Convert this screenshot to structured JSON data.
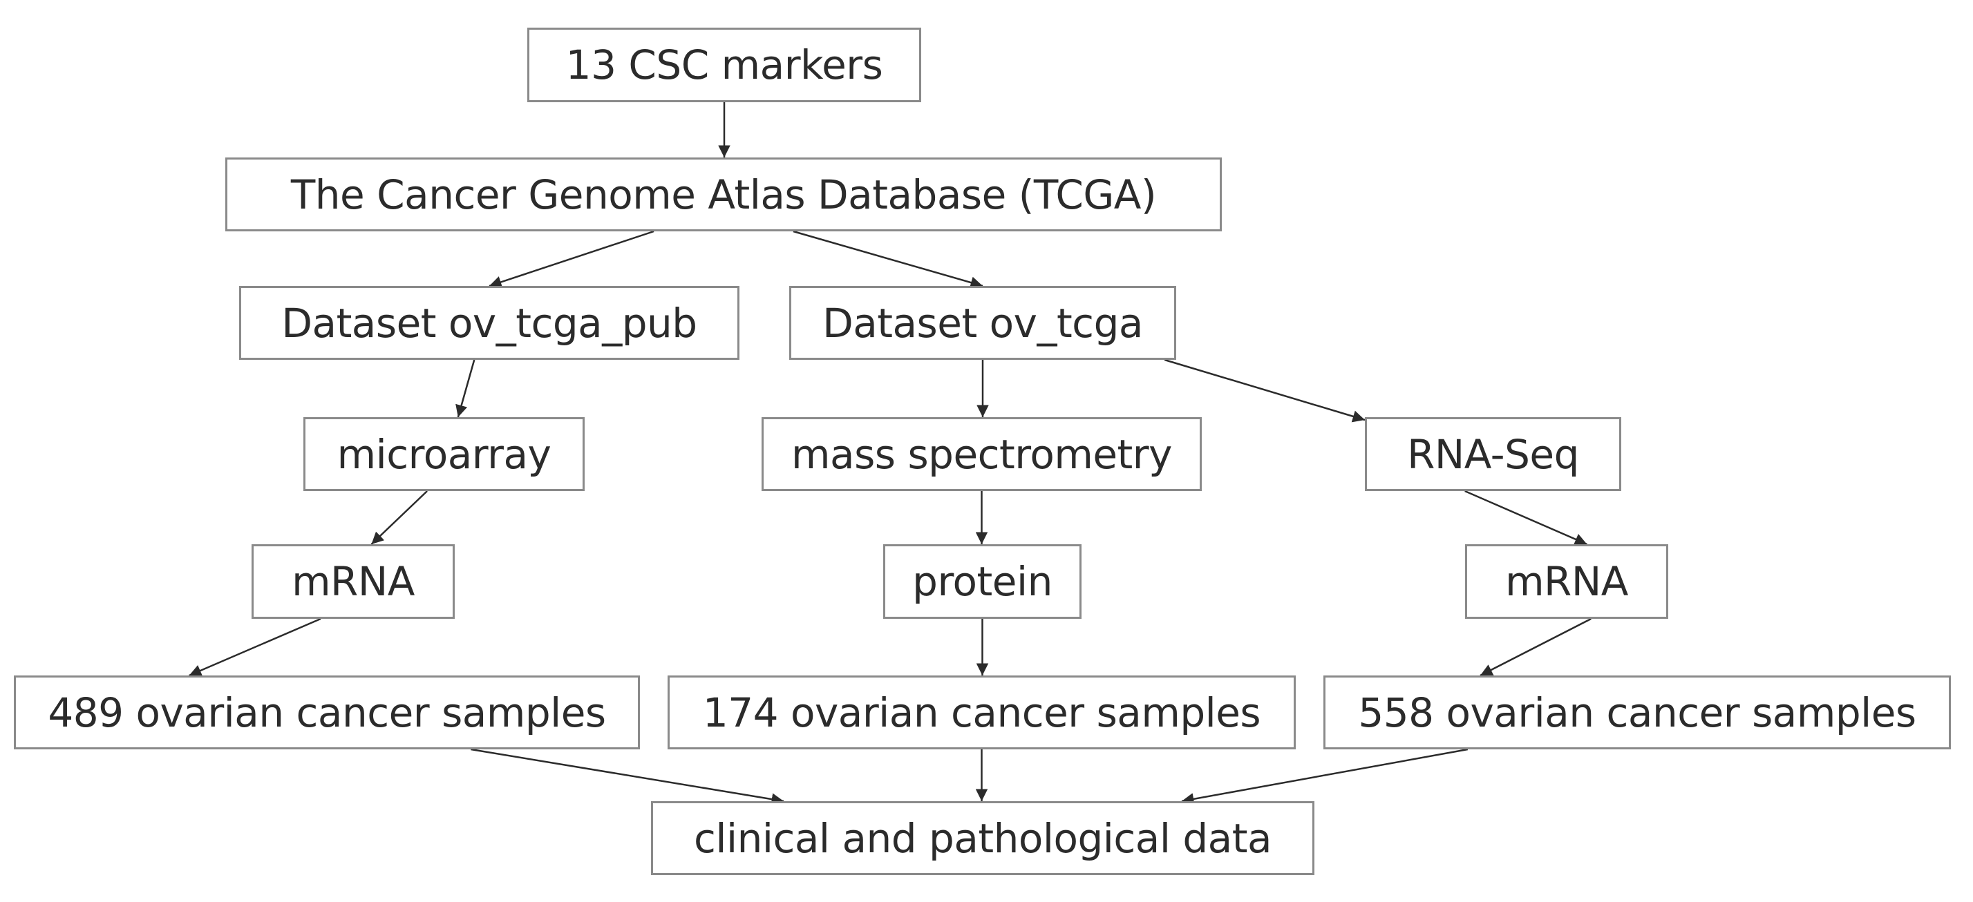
{
  "nodes": {
    "csc_markers": "13 CSC markers",
    "tcga_database": "The Cancer Genome Atlas Database (TCGA)",
    "dataset_ov_tcga_pub": "Dataset ov_tcga_pub",
    "dataset_ov_tcga": "Dataset ov_tcga",
    "microarray": "microarray",
    "mass_spectrometry": "mass spectrometry",
    "rna_seq": "RNA-Seq",
    "mrna_left": "mRNA",
    "protein": "protein",
    "mrna_right": "mRNA",
    "samples_489": "489 ovarian cancer samples",
    "samples_174": "174 ovarian cancer samples",
    "samples_558": "558 ovarian cancer samples",
    "clinical_data": "clinical and pathological data"
  },
  "edges": [
    [
      "csc_markers",
      "tcga_database"
    ],
    [
      "tcga_database",
      "dataset_ov_tcga_pub"
    ],
    [
      "tcga_database",
      "dataset_ov_tcga"
    ],
    [
      "dataset_ov_tcga_pub",
      "microarray"
    ],
    [
      "dataset_ov_tcga",
      "mass_spectrometry"
    ],
    [
      "dataset_ov_tcga",
      "rna_seq"
    ],
    [
      "microarray",
      "mrna_left"
    ],
    [
      "mass_spectrometry",
      "protein"
    ],
    [
      "rna_seq",
      "mrna_right"
    ],
    [
      "mrna_left",
      "samples_489"
    ],
    [
      "protein",
      "samples_174"
    ],
    [
      "mrna_right",
      "samples_558"
    ],
    [
      "samples_489",
      "clinical_data"
    ],
    [
      "samples_174",
      "clinical_data"
    ],
    [
      "samples_558",
      "clinical_data"
    ]
  ],
  "colors": {
    "border": "#8a8a8a",
    "arrow": "#2b2b2b",
    "text": "#2b2b2b"
  }
}
